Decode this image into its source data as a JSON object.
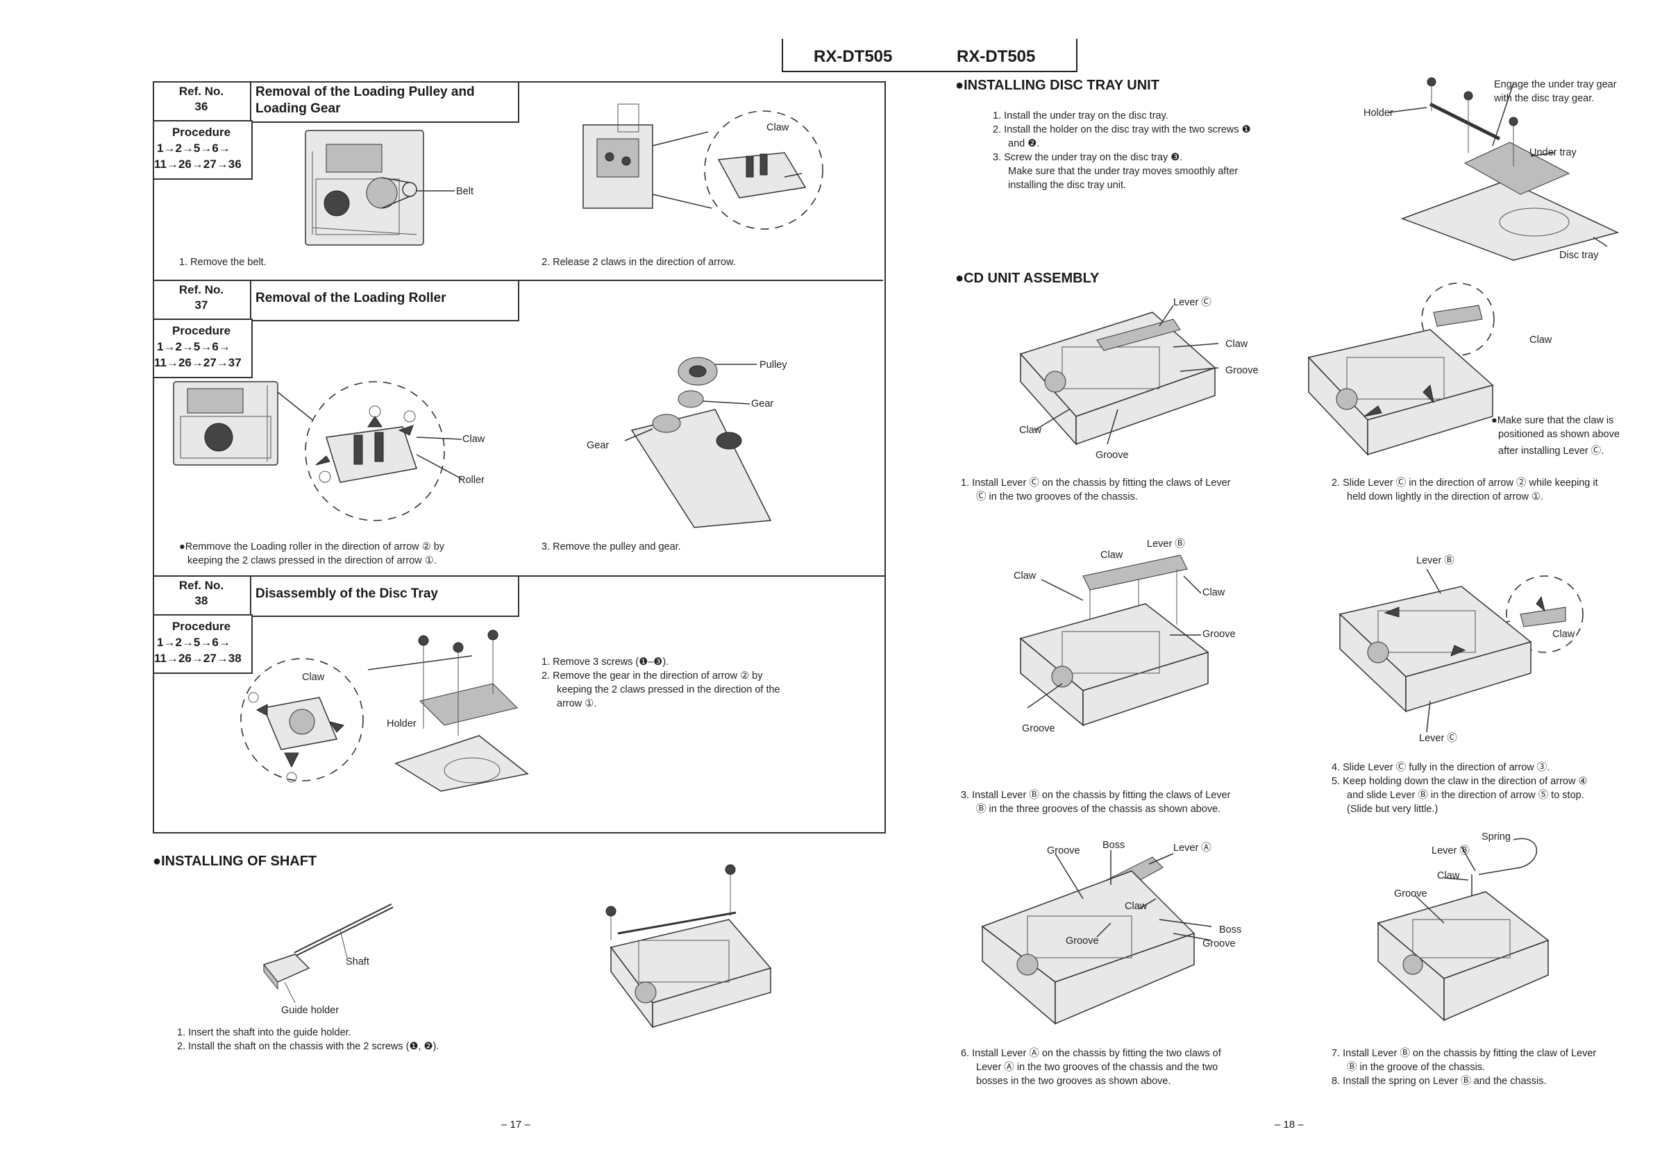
{
  "header": {
    "model_left": "RX-DT505",
    "model_right": "RX-DT505"
  },
  "pages": {
    "left": "– 17 –",
    "right": "– 18 –"
  },
  "ref36": {
    "ref_label": "Ref. No.",
    "ref_number": "36",
    "title_line1": "Removal of the Loading Pulley and",
    "title_line2": "Loading Gear",
    "procedure_label": "Procedure",
    "procedure_line1": "1→2→5→6→",
    "procedure_line2": "11→26→27→36",
    "step1": "1.  Remove the belt.",
    "step2": "2.  Release 2 claws in the direction of arrow.",
    "label_belt": "Belt",
    "label_claw": "Claw"
  },
  "ref37": {
    "ref_label": "Ref. No.",
    "ref_number": "37",
    "title": "Removal of the Loading Roller",
    "procedure_label": "Procedure",
    "procedure_line1": "1→2→5→6→",
    "procedure_line2": "11→26→27→37",
    "note_line1": "●Remmove the Loading roller in the direction of arrow ② by",
    "note_line2": "keeping the 2 claws pressed in the direction of arrow ①.",
    "step3": "3.  Remove the pulley and gear.",
    "label_claw": "Claw",
    "label_roller": "Roller",
    "label_pulley": "Pulley",
    "label_gear": "Gear",
    "label_gear_left": "Gear"
  },
  "ref38": {
    "ref_label": "Ref. No.",
    "ref_number": "38",
    "title": "Disassembly of the Disc Tray",
    "procedure_label": "Procedure",
    "procedure_line1": "1→2→5→6→",
    "procedure_line2": "11→26→27→38",
    "step1": "1.  Remove 3 screws (❶–❸).",
    "step2_line1": "2.  Remove the gear in the direction of arrow ② by",
    "step2_line2": "keeping the 2 claws pressed in the direction of the",
    "step2_line3": "arrow ①.",
    "label_claw": "Claw",
    "label_holder": "Holder"
  },
  "shaft": {
    "heading": "●INSTALLING OF SHAFT",
    "step1": "1.  Insert the shaft into the guide holder.",
    "step2": "2.  Install the shaft on the chassis with the 2 screws (❶, ❷).",
    "label_shaft": "Shaft",
    "label_guide_holder": "Guide holder"
  },
  "disc_tray_unit": {
    "heading": "●INSTALLING DISC TRAY UNIT",
    "step1": "1.  Install the under tray on the disc tray.",
    "step2_line1": "2.  Install the holder on the disc tray with the two screws ❶",
    "step2_line2": "and ❷.",
    "step3_line1": "3.  Screw the under tray on the disc tray ❸.",
    "step3_line2": "Make sure that the under tray moves smoothly after",
    "step3_line3": "installing the disc tray unit.",
    "label_holder": "Holder",
    "label_engage_line1": "Engage the under tray gear",
    "label_engage_line2": "with the disc tray gear.",
    "label_under_tray": "Under tray",
    "label_disc_tray": "Disc tray"
  },
  "cd_unit": {
    "heading": "●CD UNIT ASSEMBLY",
    "step1_line1": "1.  Install Lever Ⓒ on the chassis by fitting the claws of Lever",
    "step1_line2": "Ⓒ in the two grooves of the chassis.",
    "step2_line1": "2.  Slide Lever Ⓒ in the direction of arrow ② while keeping it",
    "step2_line2": "held down lightly in the direction of arrow ①.",
    "note_line1": "●Make sure that the claw is",
    "note_line2": "positioned as shown above",
    "note_line3": "after installing Lever Ⓒ.",
    "step3_line1": "3.  Install Lever Ⓑ on the chassis by fitting the claws of Lever",
    "step3_line2": "Ⓑ in the three grooves of the chassis as shown above.",
    "step4": "4.  Slide Lever Ⓒ fully in the direction of arrow ③.",
    "step5_line1": "5.  Keep holding down the claw in the direction of arrow ④",
    "step5_line2": "and slide Lever Ⓑ in the direction of arrow ⑤ to stop.",
    "step5_line3": "(Slide but very little.)",
    "step6_line1": "6.  Install Lever Ⓐ on the chassis by fitting the two claws of",
    "step6_line2": "Lever Ⓐ in the two grooves of the chassis and the two",
    "step6_line3": "bosses in the two grooves as shown above.",
    "step7_line1": "7.  Install Lever Ⓑ on the chassis by fitting the claw of Lever",
    "step7_line2": "Ⓑ in the groove of the chassis.",
    "step8": "8.  Install the spring on Lever Ⓑ and the chassis.",
    "lbl_lever_c": "Lever Ⓒ",
    "lbl_lever_b": "Lever Ⓑ",
    "lbl_lever_a": "Lever Ⓐ",
    "lbl_claw": "Claw",
    "lbl_groove": "Groove",
    "lbl_boss": "Boss",
    "lbl_spring": "Spring"
  }
}
